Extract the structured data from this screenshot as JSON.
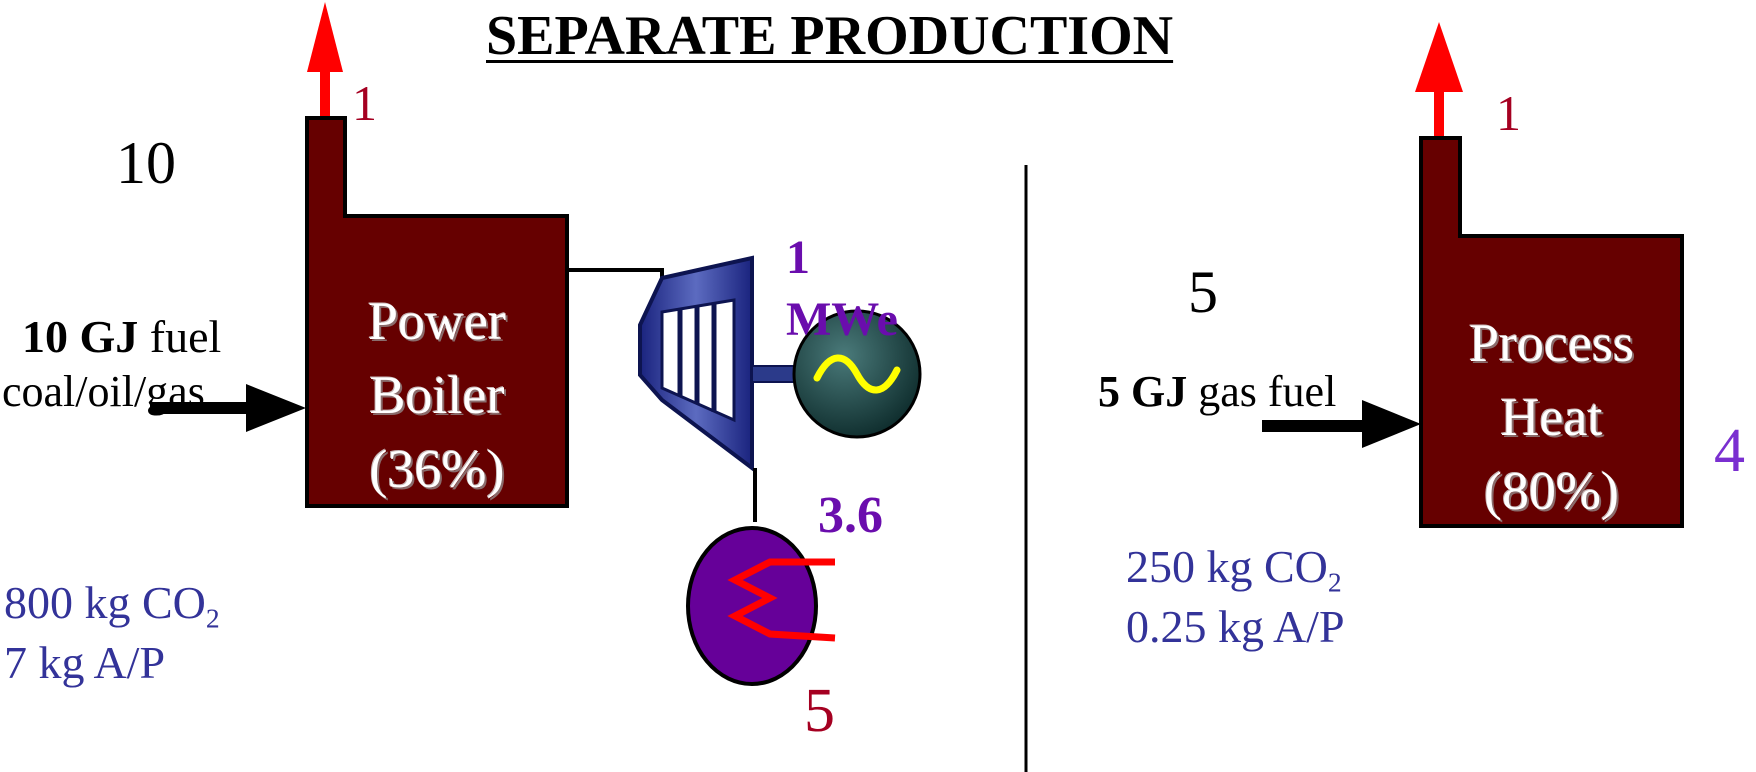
{
  "title": "SEPARATE PRODUCTION",
  "left": {
    "input_number": "10",
    "fuel_amount": "10 GJ",
    "fuel_word": "fuel",
    "fuel_types": "coal/oil/gas",
    "boiler_line1": "Power",
    "boiler_line2": "Boiler",
    "boiler_line3": "(36%)",
    "stack_loss": "1",
    "power_value": "1",
    "power_unit": "MWe",
    "condenser_value": "3.6",
    "condenser_loss": "5",
    "co2_text": "800 kg  CO",
    "co2_sub": "2",
    "ap_text": "7 kg  A/P"
  },
  "right": {
    "input_number": "5",
    "fuel_amount": "5 GJ",
    "fuel_word": "gas fuel",
    "box_line1": "Process",
    "box_line2": "Heat",
    "box_line3": "(80%)",
    "stack_loss": "1",
    "heat_output": "4",
    "co2_text": "250 kg CO",
    "co2_sub": "2",
    "ap_text": "0.25 kg A/P"
  },
  "colors": {
    "boiler_fill": "#660000",
    "exhaust_arrow": "#ff0000",
    "turbine_fill": "#2b3a8a",
    "generator_fill": "#1f4d4d",
    "generator_wave": "#ffff00",
    "condenser_fill": "#660099",
    "coil": "#ff0000",
    "emissions_text": "#333399",
    "power_text": "#6a0dad",
    "loss_text": "#a50021"
  },
  "icons": [
    "exhaust-arrow-icon",
    "fuel-arrow-icon",
    "turbine-icon",
    "generator-icon",
    "condenser-icon"
  ]
}
